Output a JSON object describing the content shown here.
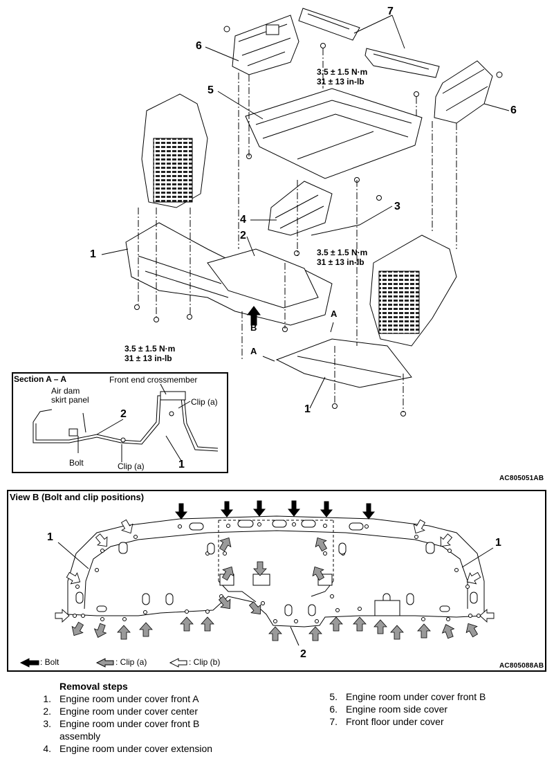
{
  "callouts": {
    "c1_left": "1",
    "c2": "2",
    "c3": "3",
    "c4": "4",
    "c5": "5",
    "c6_left": "6",
    "c6_right": "6",
    "c7": "7",
    "c1_bottom": "1",
    "viewB_label": "B",
    "sectionA_upper": "A",
    "sectionA_lower": "A"
  },
  "torque": {
    "nm": "3.5 ± 1.5 N·m",
    "inlb": "31 ± 13 in-lb"
  },
  "section_aa": {
    "title": "Section A – A",
    "front_end_crossmember": "Front end crossmember",
    "air_dam_line1": "Air dam",
    "air_dam_line2": "skirt panel",
    "clip_a": "Clip (a)",
    "bolt": "Bolt",
    "callout_2": "2",
    "callout_1": "1"
  },
  "figure_codes": {
    "top": "AC805051AB",
    "view_b": "AC805088AB"
  },
  "view_b": {
    "title": "View B (Bolt and clip positions)",
    "callout_1_left": "1",
    "callout_1_right": "1",
    "callout_2": "2",
    "legend": {
      "bolt": ": Bolt",
      "clip_a": ": Clip (a)",
      "clip_b": ": Clip (b)"
    }
  },
  "removal": {
    "heading": "Removal steps",
    "steps_left": [
      {
        "num": "1.",
        "text": "Engine room under cover front A"
      },
      {
        "num": "2.",
        "text": "Engine room under cover center"
      },
      {
        "num": "3.",
        "text": "Engine room under cover front B assembly"
      },
      {
        "num": "4.",
        "text": "Engine room under cover extension"
      }
    ],
    "steps_right": [
      {
        "num": "5.",
        "text": "Engine room under cover front B"
      },
      {
        "num": "6.",
        "text": "Engine room side cover"
      },
      {
        "num": "7.",
        "text": "Front floor under cover"
      }
    ]
  },
  "icons": {
    "bolt_arrow": "solid-black-arrow-icon",
    "clip_a_arrow": "gray-arrow-icon",
    "clip_b_arrow": "white-outline-arrow-icon"
  },
  "colors": {
    "ink": "#000000",
    "clip_a": "#9a9a9a",
    "clip_b": "#ffffff"
  }
}
